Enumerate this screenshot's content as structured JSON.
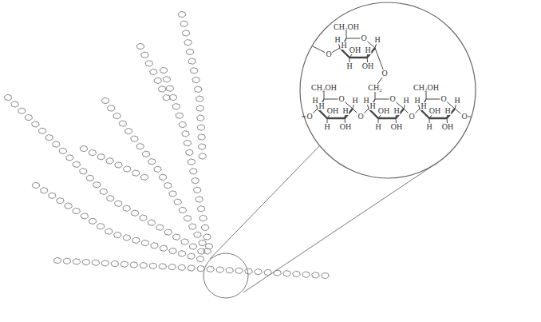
{
  "diagram": {
    "labels": [
      "CH₂OH",
      "H",
      "O",
      "H",
      "H",
      "OH",
      "H",
      "H",
      "OH",
      "O",
      "O",
      "O",
      "CH₂OH",
      "H",
      "O",
      "H",
      "H",
      "OH",
      "H",
      "H",
      "OH",
      "O",
      "CH₂",
      "H",
      "O",
      "H",
      "H",
      "OH",
      "H",
      "H",
      "OH",
      "O",
      "CH₂OH",
      "H",
      "O",
      "H",
      "H",
      "OH",
      "H",
      "H",
      "OH",
      "O"
    ]
  }
}
